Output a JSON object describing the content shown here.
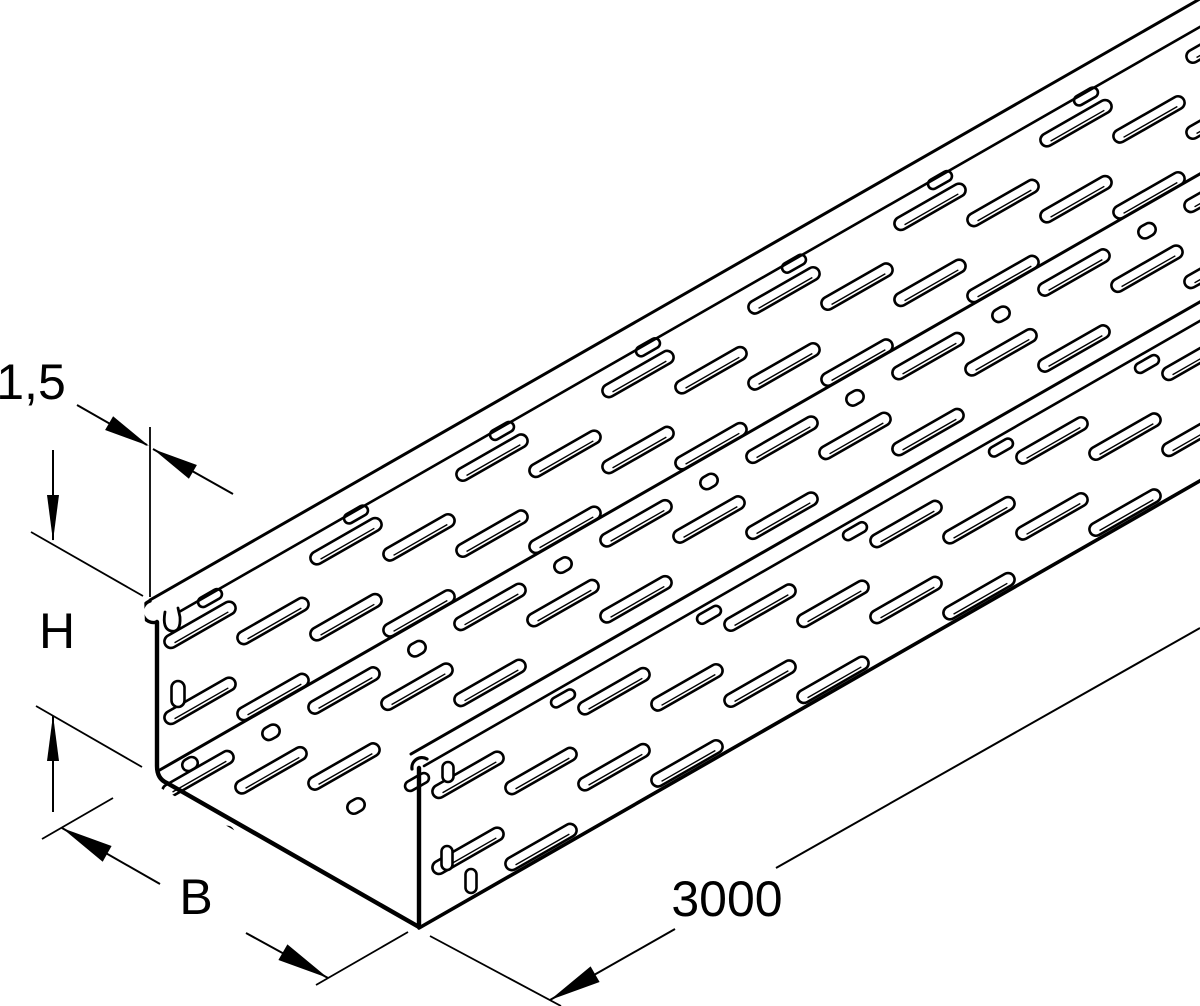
{
  "drawing": {
    "type": "technical-line-drawing",
    "subject": "perforated cable tray, isometric view, 3d line art",
    "dimensions": {
      "thickness": {
        "label": "1,5"
      },
      "height": {
        "label": "H"
      },
      "width": {
        "label": "B"
      },
      "length": {
        "label": "3000"
      }
    },
    "colors": {
      "line": "#000000",
      "background": "#ffffff"
    }
  }
}
